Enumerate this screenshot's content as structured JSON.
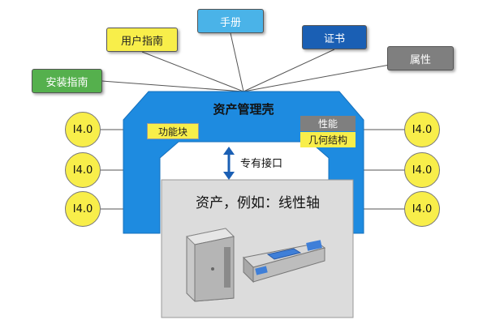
{
  "tags": {
    "manual": "手册",
    "user_guide": "用户指南",
    "certificate": "证书",
    "attributes": "属性",
    "install_guide": "安装指南"
  },
  "shell": {
    "title": "资产管理壳",
    "function_block": "功能块",
    "performance": "性能",
    "geometry": "几何结构"
  },
  "interface_label": "专有接口",
  "asset_label": "资产，例如：线性轴",
  "i40": {
    "left": [
      "I4.0",
      "I4.0",
      "I4.0"
    ],
    "right": [
      "I4.0",
      "I4.0",
      "I4.0"
    ]
  },
  "colors": {
    "shell_blue": "#1e8be0",
    "yellow": "#f8ee4a",
    "green": "#55b04d",
    "light_blue": "#4ab3e8",
    "dark_blue": "#1a5fb4",
    "gray": "#7f7f7f",
    "asset_bg": "#dcdcdc"
  }
}
